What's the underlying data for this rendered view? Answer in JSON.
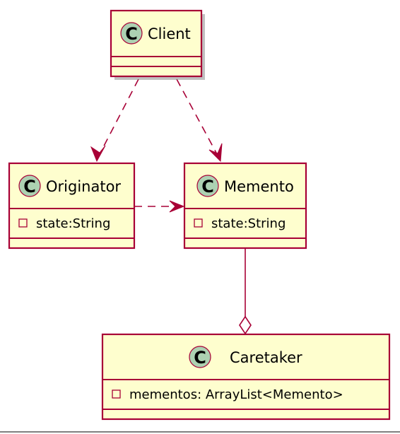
{
  "diagram": {
    "stereotype_letter": "C",
    "classes": {
      "client": {
        "name": "Client"
      },
      "originator": {
        "name": "Originator",
        "attributes": [
          "state:String"
        ]
      },
      "memento": {
        "name": "Memento",
        "attributes": [
          "state:String"
        ]
      },
      "caretaker": {
        "name": "Caretaker",
        "attributes": [
          "mementos: ArrayList<Memento>"
        ]
      }
    },
    "relations": [
      {
        "from": "Client",
        "to": "Originator",
        "type": "dependency"
      },
      {
        "from": "Client",
        "to": "Memento",
        "type": "dependency"
      },
      {
        "from": "Originator",
        "to": "Memento",
        "type": "dependency"
      },
      {
        "from": "Caretaker",
        "to": "Memento",
        "type": "aggregation"
      }
    ],
    "colors": {
      "class_fill": "#FEFECE",
      "border": "#A80036",
      "stereotype_circle": "#ADD1B2"
    }
  }
}
